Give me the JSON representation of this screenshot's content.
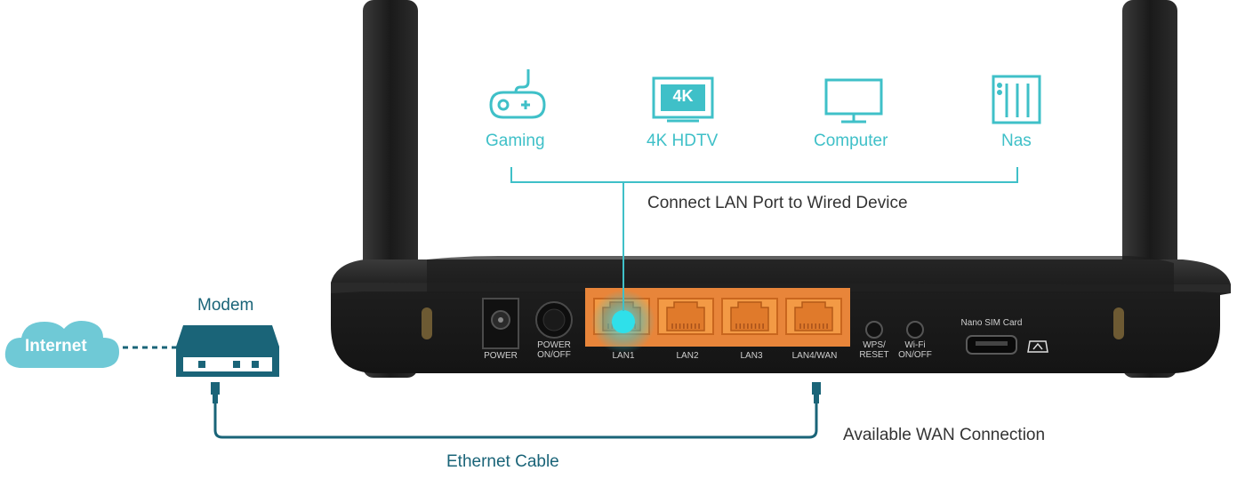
{
  "devices": [
    {
      "label": "Gaming",
      "icon": "gamepad-icon"
    },
    {
      "label": "4K HDTV",
      "icon": "tv-4k-icon",
      "badge": "4K"
    },
    {
      "label": "Computer",
      "icon": "monitor-icon"
    },
    {
      "label": "Nas",
      "icon": "nas-icon"
    }
  ],
  "lan_caption": "Connect LAN Port to Wired Device",
  "modem_label": "Modem",
  "internet_label": "Internet",
  "cable_label": "Ethernet Cable",
  "wan_caption": "Available WAN Connection",
  "router": {
    "power_label": "POWER",
    "power_onoff": [
      "POWER",
      "ON/OFF"
    ],
    "ports": [
      "LAN1",
      "LAN2",
      "LAN3",
      "LAN4/WAN"
    ],
    "wps": [
      "WPS/",
      "RESET"
    ],
    "wifi": [
      "Wi-Fi",
      "ON/OFF"
    ],
    "sim_label": "Nano SIM Card"
  },
  "colors": {
    "accent": "#3fc0c8",
    "dark_teal": "#1a6478",
    "port_orange": "#f0913a",
    "router_body": "#222222"
  }
}
